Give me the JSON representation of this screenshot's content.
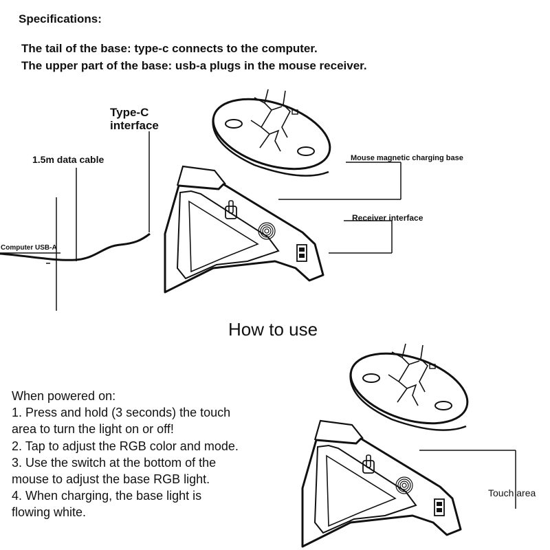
{
  "specs": {
    "heading": "Specifications:",
    "line1": "The tail of the base: type-c connects to the computer.",
    "line2": "The upper part of the base: usb-a plugs in the mouse receiver."
  },
  "diagram_top": {
    "type_c_label": "Type-C interface",
    "cable_label": "1.5m data cable",
    "usb_label": "Computer USB-A",
    "base_label": "Mouse magnetic charging base",
    "receiver_label": "Receiver interface"
  },
  "howto": {
    "title": "How to use",
    "lines": [
      "When powered on:",
      "1. Press and hold (3 seconds) the touch",
      "area to turn the light on or off!",
      "2. Tap to adjust the RGB color and mode.",
      "3. Use the switch at the bottom of the",
      "mouse to adjust the base RGB light.",
      "4. When charging, the base light is",
      "flowing white."
    ]
  },
  "diagram_bottom": {
    "touch_label": "Touch area"
  }
}
